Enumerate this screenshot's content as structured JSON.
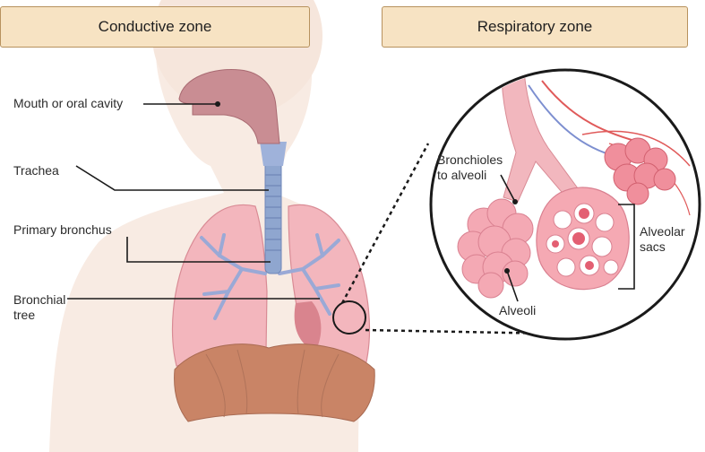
{
  "zones": {
    "conductive": "Conductive zone",
    "respiratory": "Respiratory zone"
  },
  "labels": {
    "mouth": "Mouth or oral cavity",
    "trachea": "Trachea",
    "primary_bronchus": "Primary bronchus",
    "bronchial_tree_line1": "Bronchial",
    "bronchial_tree_line2": "tree",
    "bronchioles_line1": "Bronchioles",
    "bronchioles_line2": "to alveoli",
    "alveolar_sacs_line1": "Alveolar",
    "alveolar_sacs_line2": "sacs",
    "alveoli": "Alveoli"
  },
  "colors": {
    "header_fill": "#f7e3c3",
    "header_border": "#b7925e",
    "body_silhouette": "#f8ebe3",
    "lung": "#f3b6bd",
    "trachea": "#8fa6cf",
    "mouth": "#c98d93",
    "diaphragm": "#c98466",
    "leader_line": "#1a1a1a"
  }
}
